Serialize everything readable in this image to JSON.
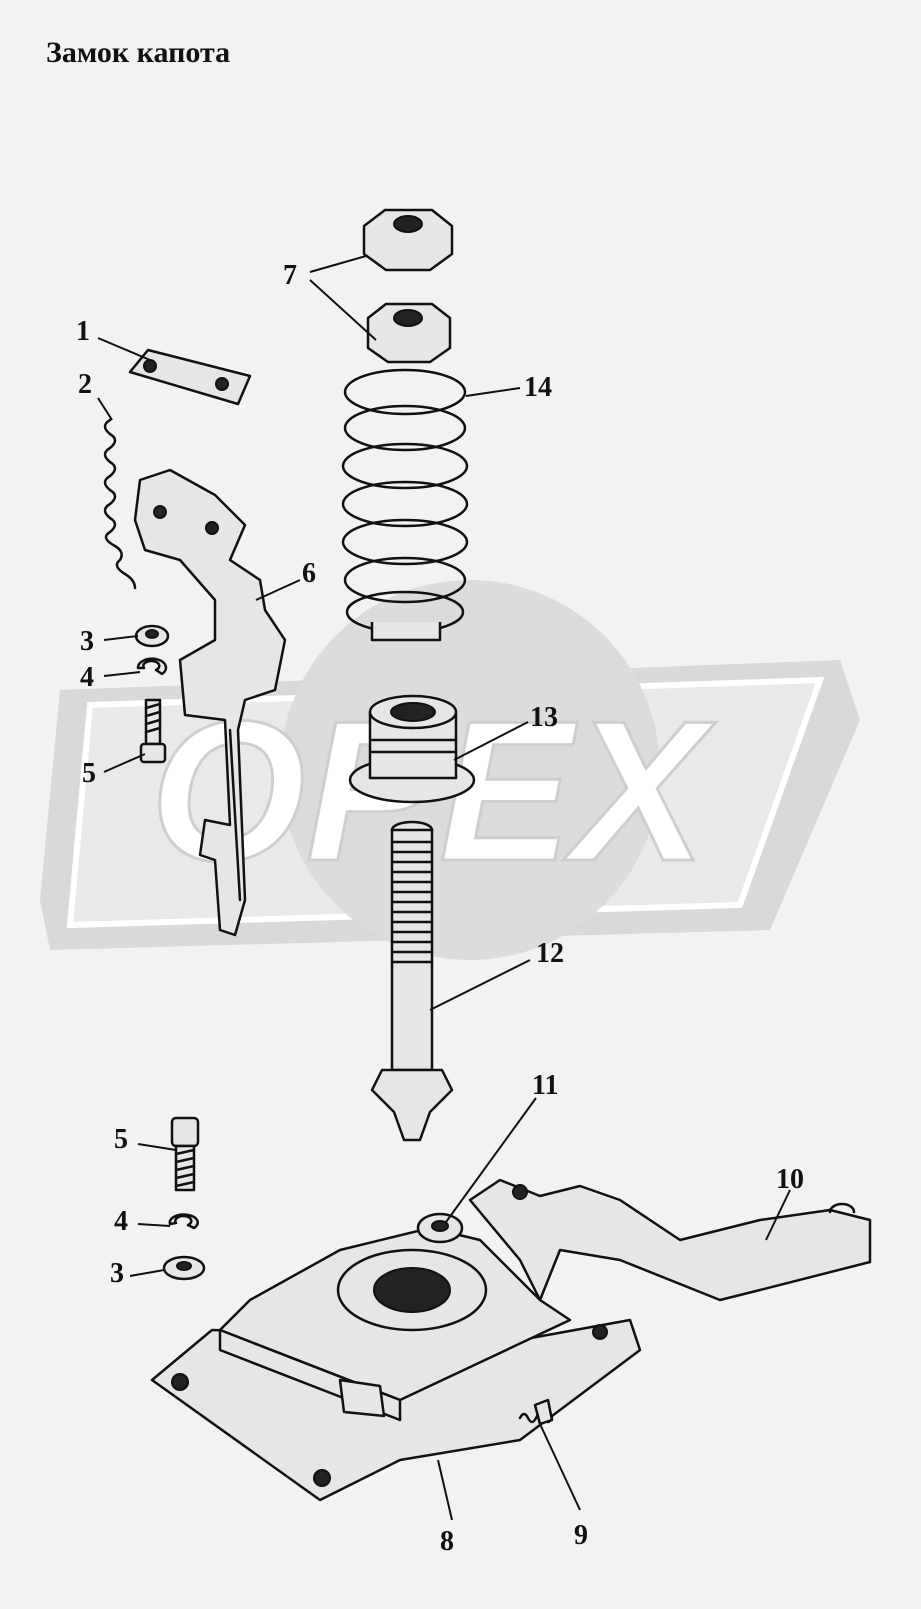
{
  "title": "Замок капота",
  "watermark": "OPEX",
  "callouts": {
    "c1": "1",
    "c2": "2",
    "c3a": "3",
    "c4a": "4",
    "c5a": "5",
    "c6": "6",
    "c7": "7",
    "c14": "14",
    "c13": "13",
    "c12": "12",
    "c11": "11",
    "c10": "10",
    "c5b": "5",
    "c4b": "4",
    "c3b": "3",
    "c8": "8",
    "c9": "9"
  },
  "colors": {
    "background": "#f2f2f2",
    "ink": "#111111",
    "watermark_fill": "#d8d8d8"
  }
}
